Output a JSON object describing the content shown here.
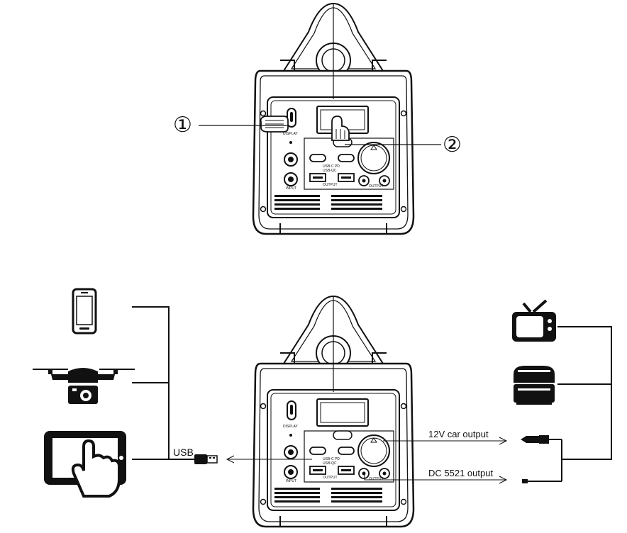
{
  "callouts": {
    "one": "①",
    "two": "②"
  },
  "device_labels": {
    "display": "DISPLAY",
    "input": "INPUT",
    "output": "OUTPUT",
    "usb_c": "USB-C PD",
    "usb_qc": "USB-QC"
  },
  "connections": {
    "usb": "USB",
    "car_output": "12V car output",
    "dc_output": "DC 5521 output"
  },
  "icons": {
    "left": [
      "smartphone-icon",
      "drone-icon",
      "tablet-touch-icon"
    ],
    "right": [
      "tv-icon",
      "car-fridge-icon",
      "car-plug-icon",
      "dc-barrel-plug-icon"
    ],
    "usb": "usb-plug-icon"
  }
}
